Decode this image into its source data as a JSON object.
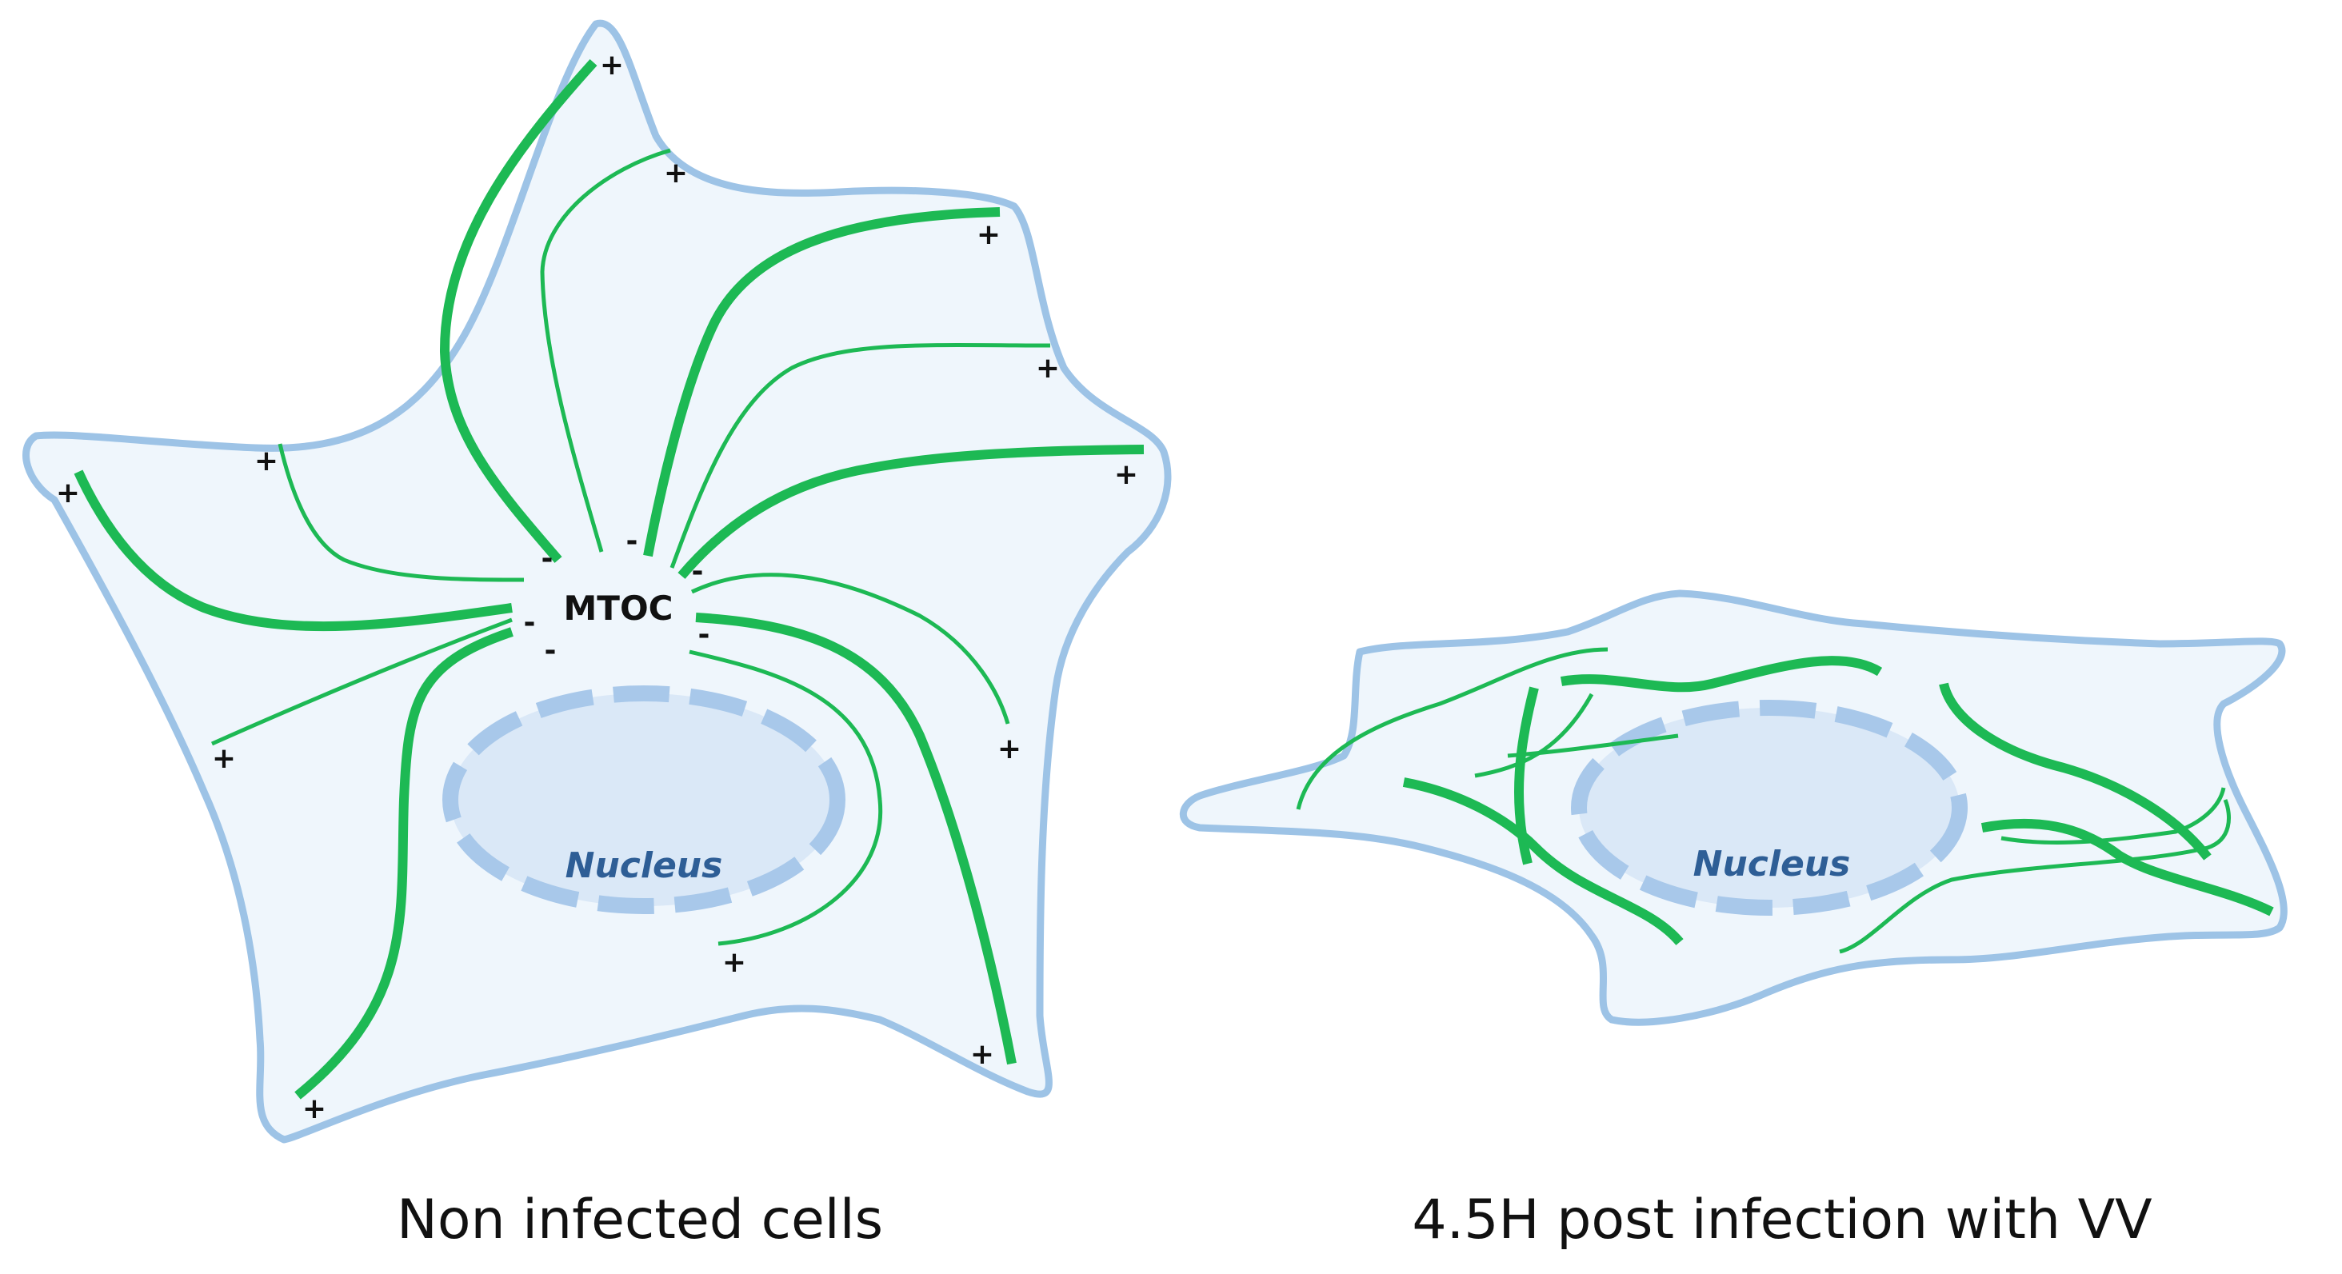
{
  "left_panel": {
    "caption": "Non infected cells",
    "mtoc_label": "MTOC",
    "nucleus_label": "Nucleus",
    "plus_sign": "+",
    "minus_sign": "-"
  },
  "right_panel": {
    "caption": "4.5H post infection with VV",
    "nucleus_label": "Nucleus"
  },
  "colors": {
    "cell_fill": "#eff6fc",
    "cell_outline": "#9dc3e6",
    "microtubule": "#1db954",
    "nucleus_fill": "#dae8f7",
    "nucleus_outline": "#a8c8ea",
    "nucleus_text": "#2e5e96"
  }
}
